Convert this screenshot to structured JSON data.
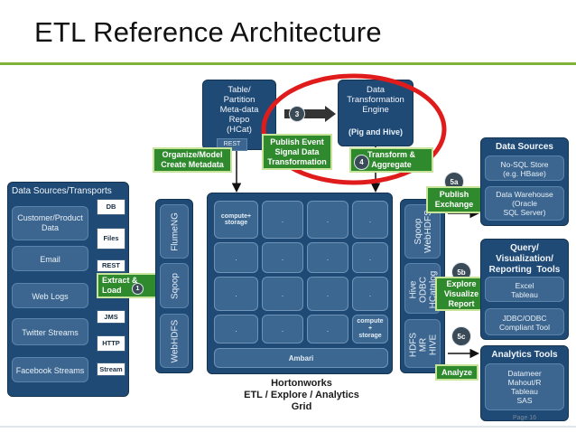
{
  "title": "ETL Reference Architecture",
  "table_meta": "Table/\nPartition\nMeta-data\nRepo\n(HCat)",
  "rest_top": "REST",
  "dte": {
    "title": "Data\nTransformation\nEngine",
    "sub": "(Pig and Hive)"
  },
  "badges": {
    "b3": "3",
    "b4": "4",
    "b5a": "5a",
    "b5b": "5b",
    "b5c": "5c",
    "b1": "1"
  },
  "green_labels": {
    "organize": "Organize/Model\nCreate Metadata",
    "publish_event": "Publish Event\nSignal Data\nTransformation",
    "transform": "Transform &\nAggregate",
    "publish_exchange": "Publish\nExchange",
    "extract": "Extract &\nLoad",
    "explore": "Explore\nVisualize\nReport",
    "analyze": "Analyze"
  },
  "sources": {
    "header": "Data Sources/Transports",
    "items": [
      "Customer/Product\nData",
      "Email",
      "Web Logs",
      "Twitter Streams",
      "Facebook Streams"
    ],
    "transports": [
      "DB",
      "Files",
      "REST",
      "JMS",
      "HTTP",
      "Stream"
    ]
  },
  "ingest": [
    "FlumeNG",
    "Sqoop",
    "WebHDFS"
  ],
  "grid": {
    "compute_storage_top": "compute+\nstorage",
    "compute_storage_bottom": "compute\n+\nstorage",
    "dot": ".",
    "ambari": "Ambari",
    "caption": "Hortonworks\nETL / Explore / Analytics\nGrid"
  },
  "egress": [
    "Sqoop\nWebHDFS",
    "Hive\nODBC\nHCatalog",
    "HDFS\nMR\nHIVE"
  ],
  "data_sources": {
    "header": "Data Sources",
    "items": [
      "No-SQL Store\n(e.g. HBase)",
      "Data Warehouse\n(Oracle\nSQL Server)"
    ]
  },
  "query": {
    "header": "Query/\nVisualization/\nReporting  Tools",
    "items": [
      "Excel\nTableau",
      "JDBC/ODBC\nCompliant Tool"
    ]
  },
  "analytics": {
    "header": "Analytics Tools",
    "items": [
      "Datameer\nMahout/R\nTableau\nSAS"
    ]
  },
  "page": "Page 16"
}
